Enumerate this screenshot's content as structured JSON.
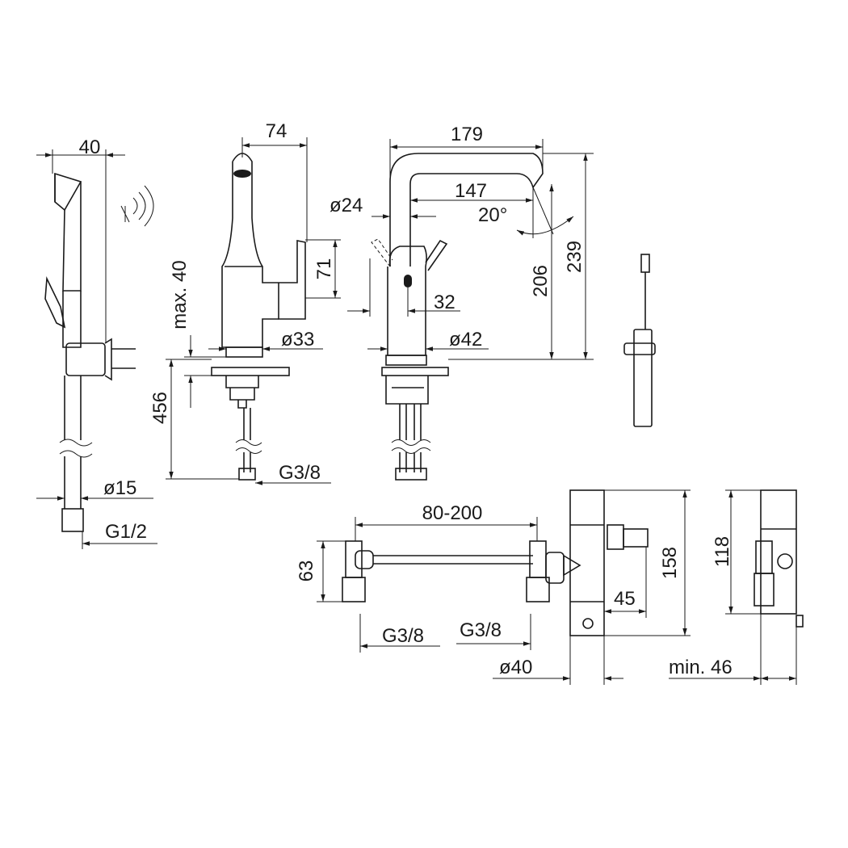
{
  "dimensions": {
    "hand_spray_width": "40",
    "side_depth": "74",
    "spout_reach": "179",
    "spout_projection": "147",
    "sensor_diameter": "ø24",
    "spout_angle": "20°",
    "lever_height": "71",
    "max_deck_thickness": "max. 40",
    "outlet_height": "206",
    "total_height": "239",
    "sensor_offset": "32",
    "base_diameter_side": "ø33",
    "base_diameter_front": "ø42",
    "hose_length": "456",
    "connection_faucet": "G3/8",
    "hose_diameter": "ø15",
    "hose_connection": "G1/2",
    "valve_distance": "80-200",
    "valve_height": "63",
    "valve_left_thread": "G3/8",
    "valve_right_thread": "G3/8",
    "box_offset": "45",
    "box_height": "158",
    "side_height": "118",
    "box_diameter": "ø40",
    "min_depth": "min. 46"
  }
}
